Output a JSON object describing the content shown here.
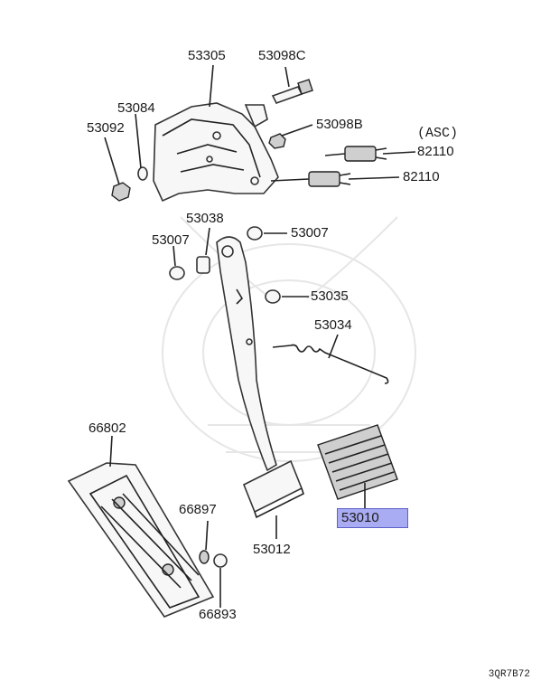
{
  "labels": {
    "p53305": "53305",
    "p53098c": "53098C",
    "p53084": "53084",
    "p53092": "53092",
    "p53098b": "53098B",
    "asc": "(ASC)",
    "p82110_top": "82110",
    "p82110_bottom": "82110",
    "p53038": "53038",
    "p53007_left": "53007",
    "p53007_right": "53007",
    "p53035": "53035",
    "p53034": "53034",
    "p66802": "66802",
    "p66897": "66897",
    "p66893": "66893",
    "p53012": "53012",
    "p53010": "53010"
  },
  "diagram_code": "3QR7B72",
  "colors": {
    "highlight_fill": "#a9acf2",
    "highlight_border": "#5c60c8",
    "line": "#222222"
  }
}
